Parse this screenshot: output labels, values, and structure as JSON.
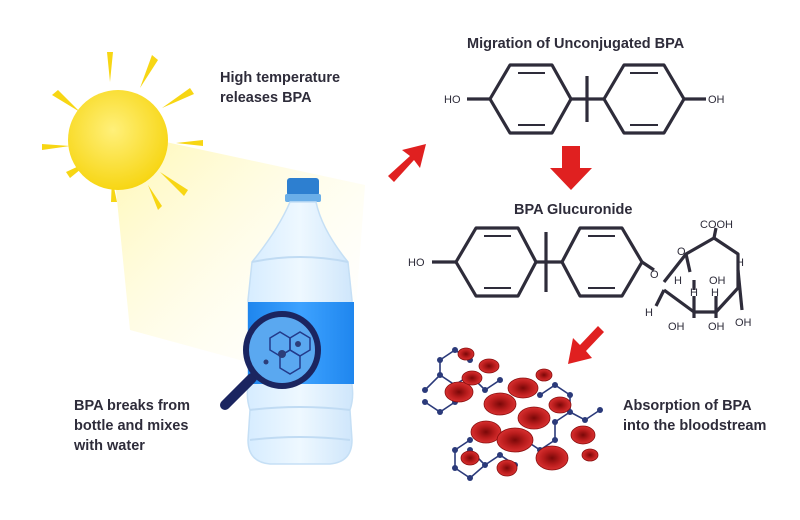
{
  "labels": {
    "heat": "High temperature\nreleases BPA",
    "leach": "BPA  breaks from\nbottle and mixes\nwith water",
    "migration_title": "Migration of Unconjugated BPA",
    "glucuronide_title": "BPA Glucuronide",
    "absorption": "Absorption of BPA\ninto the bloodstream"
  },
  "molecule_atoms": {
    "ho_left": "HO",
    "oh_right": "OH",
    "g_ho": "HO",
    "o_link": "O",
    "o_ring": "O",
    "cooh": "COOH",
    "h1": "H",
    "h2": "H",
    "h3": "H",
    "h4": "H",
    "h5": "H",
    "oh1": "OH",
    "oh2": "OH",
    "oh3": "OH",
    "oh4": "OH"
  },
  "colors": {
    "text": "#2e2c3a",
    "sun": "#f7d614",
    "arrow_red": "#e02020",
    "bottle_label": "#2f8ff0",
    "cap": "#2d7fd0",
    "blood_cell": "#b01818",
    "molecule_node": "#2b3a7a"
  },
  "icons": {
    "sun": "sun-icon",
    "bottle": "water-bottle-icon",
    "magnifier": "magnifying-glass-icon",
    "blood": "blood-cells-icon"
  }
}
